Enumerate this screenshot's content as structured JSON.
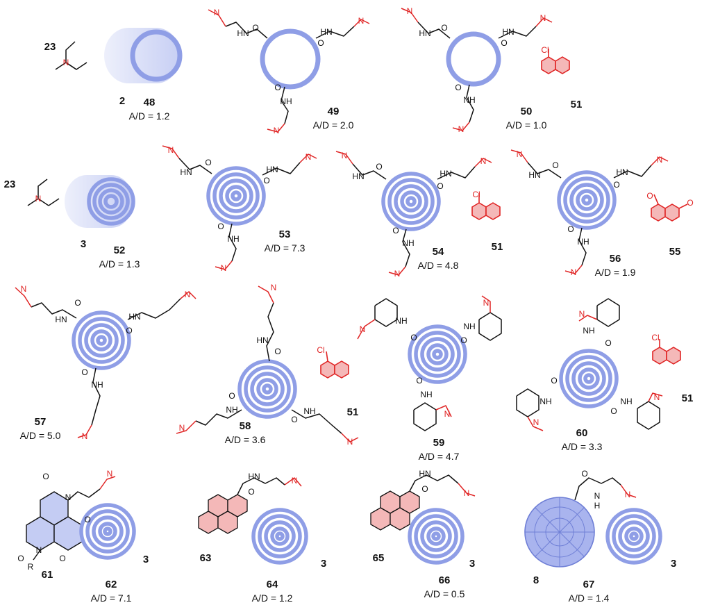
{
  "colors": {
    "nanotube": "#8f9ee6",
    "nanotube_shade": "#c4ccf3",
    "red_group": "#e02424",
    "aromatic_fill": "#f4b8b8",
    "fullerene": "#a9b4ee",
    "black": "#111111"
  },
  "compounds": [
    {
      "id": "c23a",
      "label": "23",
      "ad": ""
    },
    {
      "id": "c2",
      "label": "2",
      "ad": ""
    },
    {
      "id": "c48",
      "label": "48",
      "ad": "A/D = 1.2"
    },
    {
      "id": "c49",
      "label": "49",
      "ad": "A/D = 2.0"
    },
    {
      "id": "c50",
      "label": "50",
      "ad": "A/D = 1.0"
    },
    {
      "id": "c51a",
      "label": "51",
      "ad": ""
    },
    {
      "id": "c23b",
      "label": "23",
      "ad": ""
    },
    {
      "id": "c3a",
      "label": "3",
      "ad": ""
    },
    {
      "id": "c52",
      "label": "52",
      "ad": "A/D = 1.3"
    },
    {
      "id": "c53",
      "label": "53",
      "ad": "A/D = 7.3"
    },
    {
      "id": "c54",
      "label": "54",
      "ad": "A/D = 4.8"
    },
    {
      "id": "c51b",
      "label": "51",
      "ad": ""
    },
    {
      "id": "c56",
      "label": "56",
      "ad": "A/D = 1.9"
    },
    {
      "id": "c55",
      "label": "55",
      "ad": ""
    },
    {
      "id": "c57",
      "label": "57",
      "ad": "A/D = 5.0"
    },
    {
      "id": "c58",
      "label": "58",
      "ad": "A/D = 3.6"
    },
    {
      "id": "c51c",
      "label": "51",
      "ad": ""
    },
    {
      "id": "c59",
      "label": "59",
      "ad": "A/D = 4.7"
    },
    {
      "id": "c60",
      "label": "60",
      "ad": "A/D = 3.3"
    },
    {
      "id": "c51d",
      "label": "51",
      "ad": ""
    },
    {
      "id": "c61",
      "label": "61",
      "ad": ""
    },
    {
      "id": "c3b",
      "label": "3",
      "ad": ""
    },
    {
      "id": "c62",
      "label": "62",
      "ad": "A/D = 7.1"
    },
    {
      "id": "c63",
      "label": "63",
      "ad": ""
    },
    {
      "id": "c3c",
      "label": "3",
      "ad": ""
    },
    {
      "id": "c64",
      "label": "64",
      "ad": "A/D = 1.2"
    },
    {
      "id": "c65",
      "label": "65",
      "ad": ""
    },
    {
      "id": "c3d",
      "label": "3",
      "ad": ""
    },
    {
      "id": "c66",
      "label": "66",
      "ad": "A/D = 0.5"
    },
    {
      "id": "c8",
      "label": "8",
      "ad": ""
    },
    {
      "id": "c3e",
      "label": "3",
      "ad": ""
    },
    {
      "id": "c67",
      "label": "67",
      "ad": "A/D = 1.4"
    }
  ],
  "atoms": {
    "N": "N",
    "HN": "HN",
    "NH": "NH",
    "H": "H",
    "O": "O",
    "Cl": "Cl",
    "R": "R"
  }
}
